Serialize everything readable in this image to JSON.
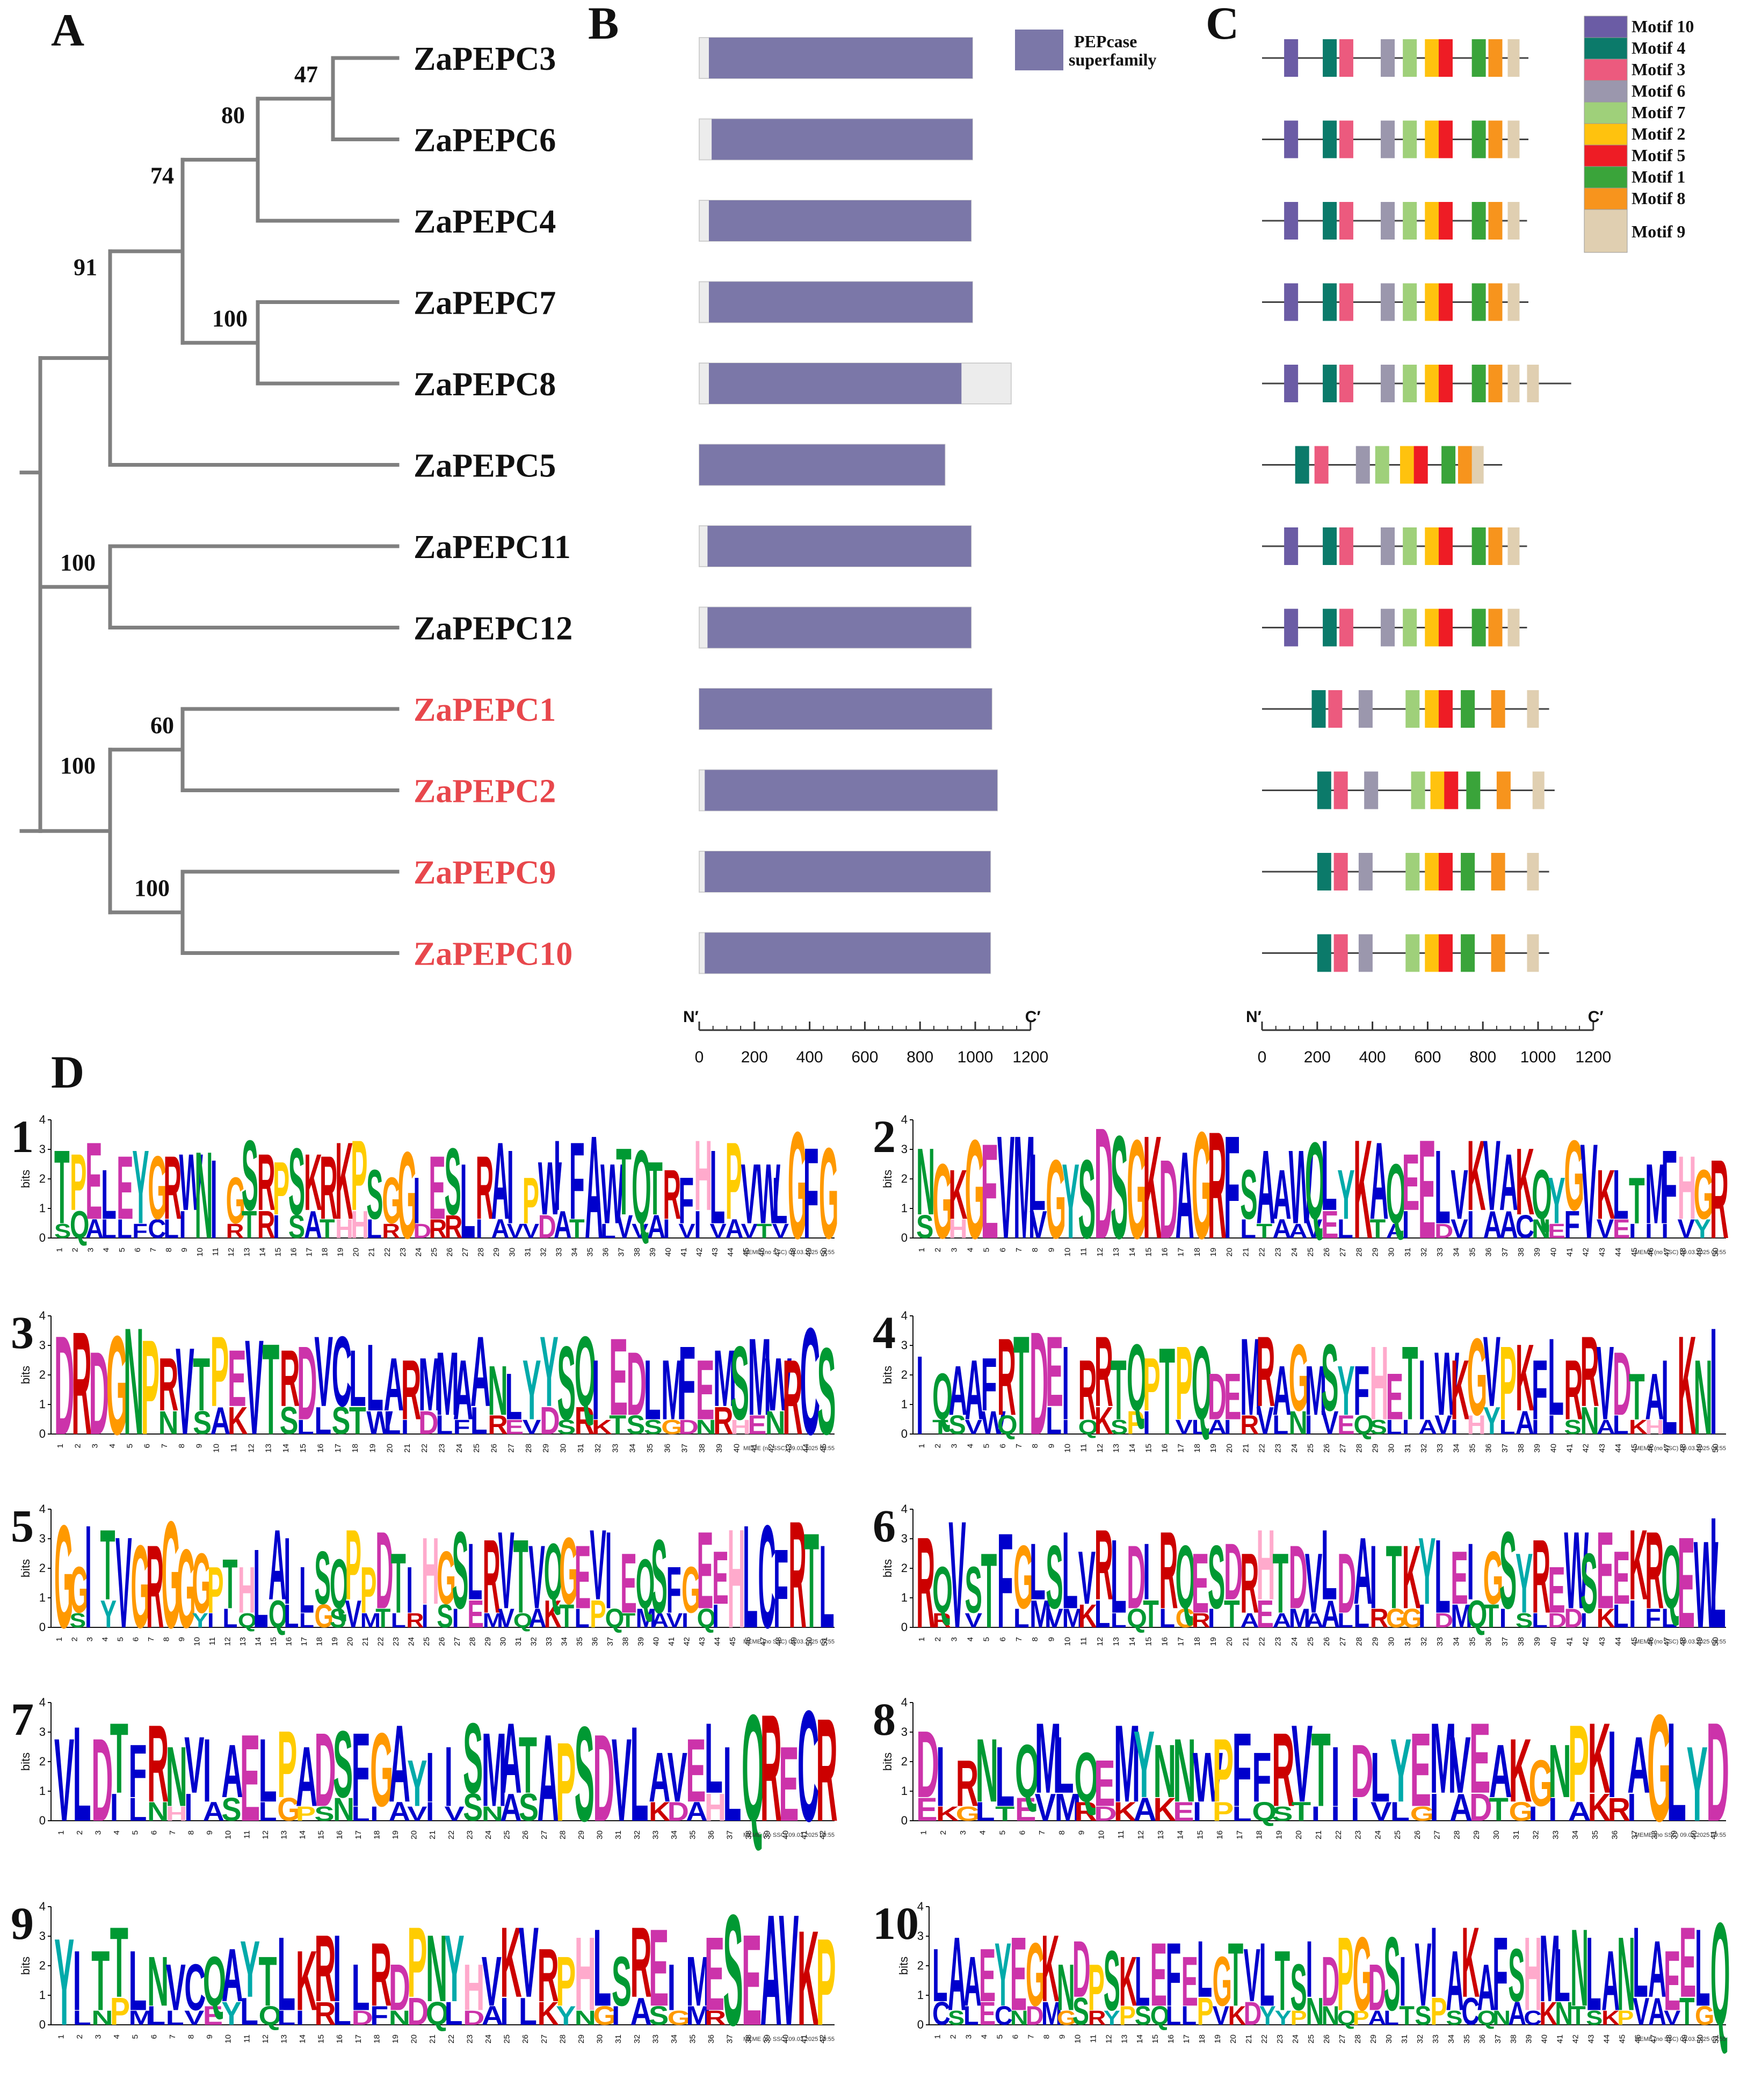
{
  "panels": {
    "a": "A",
    "b": "B",
    "c": "C",
    "d": "D"
  },
  "tree": {
    "taxa": [
      {
        "name": "ZaPEPC3",
        "color": "#111111"
      },
      {
        "name": "ZaPEPC6",
        "color": "#111111"
      },
      {
        "name": "ZaPEPC4",
        "color": "#111111"
      },
      {
        "name": "ZaPEPC7",
        "color": "#111111"
      },
      {
        "name": "ZaPEPC8",
        "color": "#111111"
      },
      {
        "name": "ZaPEPC5",
        "color": "#111111"
      },
      {
        "name": "ZaPEPC11",
        "color": "#111111"
      },
      {
        "name": "ZaPEPC12",
        "color": "#111111"
      },
      {
        "name": "ZaPEPC1",
        "color": "#e8474c"
      },
      {
        "name": "ZaPEPC2",
        "color": "#e8474c"
      },
      {
        "name": "ZaPEPC9",
        "color": "#e8474c"
      },
      {
        "name": "ZaPEPC10",
        "color": "#e8474c"
      }
    ],
    "bootstrap": [
      "47",
      "80",
      "74",
      "100",
      "91",
      "100",
      "60",
      "100",
      "100"
    ],
    "branch_color": "#808080"
  },
  "domains": {
    "legend": [
      "PEPcase",
      "superfamily"
    ],
    "domain_color": "#7b77a8",
    "proteins": [
      {
        "length": 990,
        "domain": [
          35,
          990
        ]
      },
      {
        "length": 990,
        "domain": [
          45,
          990
        ]
      },
      {
        "length": 985,
        "domain": [
          35,
          985
        ]
      },
      {
        "length": 990,
        "domain": [
          35,
          990
        ]
      },
      {
        "length": 1130,
        "domain": [
          35,
          950
        ]
      },
      {
        "length": 890,
        "domain": [
          0,
          890
        ]
      },
      {
        "length": 985,
        "domain": [
          30,
          985
        ]
      },
      {
        "length": 985,
        "domain": [
          30,
          985
        ]
      },
      {
        "length": 1060,
        "domain": [
          0,
          1060
        ]
      },
      {
        "length": 1080,
        "domain": [
          20,
          1080
        ]
      },
      {
        "length": 1055,
        "domain": [
          20,
          1055
        ]
      },
      {
        "length": 1055,
        "domain": [
          20,
          1055
        ]
      }
    ],
    "axis": {
      "n_label": "N′",
      "c_label": "C′",
      "ticks": [
        "0",
        "200",
        "400",
        "600",
        "800",
        "1000",
        "1200"
      ]
    }
  },
  "motifs": {
    "legend": [
      {
        "name": "Motif 10",
        "color": "#6b5ca5"
      },
      {
        "name": "Motif 4",
        "color": "#0b7a6a"
      },
      {
        "name": "Motif 3",
        "color": "#ec5a7e"
      },
      {
        "name": "Motif 6",
        "color": "#9b97ad"
      },
      {
        "name": "Motif 7",
        "color": "#9fd07a"
      },
      {
        "name": "Motif 2",
        "color": "#ffc20e"
      },
      {
        "name": "Motif 5",
        "color": "#ee1c25"
      },
      {
        "name": "Motif 1",
        "color": "#3aa43a"
      },
      {
        "name": "Motif 8",
        "color": "#f7941d"
      },
      {
        "name": "Motif 9",
        "color": "#e0cfb1"
      }
    ],
    "order": [
      "10",
      "4",
      "3",
      "6",
      "7",
      "2",
      "5",
      "1",
      "8",
      "9"
    ],
    "proteins": [
      {
        "length": 965,
        "pos": [
          80,
          220,
          280,
          430,
          510,
          590,
          640,
          760,
          820,
          890
        ]
      },
      {
        "length": 965,
        "pos": [
          80,
          220,
          280,
          430,
          510,
          590,
          640,
          760,
          820,
          890
        ]
      },
      {
        "length": 960,
        "pos": [
          80,
          220,
          280,
          430,
          510,
          590,
          640,
          760,
          820,
          890
        ]
      },
      {
        "length": 965,
        "pos": [
          80,
          220,
          280,
          430,
          510,
          590,
          640,
          760,
          820,
          890
        ]
      },
      {
        "length": 1120,
        "pos": [
          80,
          220,
          280,
          430,
          510,
          590,
          640,
          760,
          820,
          890,
          960
        ]
      },
      {
        "length": 870,
        "pos": [
          null,
          120,
          190,
          340,
          410,
          500,
          550,
          650,
          710,
          760
        ]
      },
      {
        "length": 960,
        "pos": [
          80,
          220,
          280,
          430,
          510,
          590,
          640,
          760,
          820,
          890
        ]
      },
      {
        "length": 960,
        "pos": [
          80,
          220,
          280,
          430,
          510,
          590,
          640,
          760,
          820,
          890
        ]
      },
      {
        "length": 1040,
        "pos": [
          null,
          180,
          240,
          350,
          520,
          590,
          640,
          720,
          830,
          960
        ]
      },
      {
        "length": 1060,
        "pos": [
          null,
          200,
          260,
          370,
          540,
          610,
          660,
          740,
          850,
          980
        ]
      },
      {
        "length": 1040,
        "pos": [
          null,
          200,
          260,
          350,
          520,
          590,
          640,
          720,
          830,
          960
        ]
      },
      {
        "length": 1040,
        "pos": [
          null,
          200,
          260,
          350,
          520,
          590,
          640,
          720,
          830,
          960
        ]
      }
    ],
    "axis": {
      "n_label": "N′",
      "c_label": "C′",
      "ticks": [
        "0",
        "200",
        "400",
        "600",
        "800",
        "1000",
        "1200"
      ]
    }
  },
  "logos": {
    "bits_label": "bits",
    "yticks": [
      "0",
      "1",
      "2",
      "3",
      "4"
    ],
    "meme_tag": "MEME (no SSC) 09.03.2025 09:55",
    "colors": {
      "A": "#0000cc",
      "C": "#0000cc",
      "F": "#0000cc",
      "I": "#0000cc",
      "L": "#0000cc",
      "M": "#0000cc",
      "V": "#0000cc",
      "W": "#0000cc",
      "N": "#009933",
      "Q": "#009933",
      "S": "#009933",
      "T": "#009933",
      "D": "#cc33aa",
      "E": "#cc33aa",
      "K": "#cc0000",
      "R": "#cc0000",
      "H": "#ffaacc",
      "G": "#ff9900",
      "P": "#ffcc00",
      "Y": "#00aaaa"
    },
    "motifs": [
      {
        "num": "1",
        "top": "TPELEYGRWNIGSRPSKRKPSGGIESLRAIPWIFAWTQTRFHLPVWLGFG",
        "sub": "SQALLFCLI  RTRISATHHLR DRR IAVVDAT LVVAIVIVAVTV"
      },
      {
        "num": "2",
        "top": "NGKGEVMLGYSDSGKDAGRFSAAWQLYKAQEELVKVAKQYGVKLTMFHGR",
        "sub": "S H    V            LTAAVEL TAI DVIAACNEF VEIIIVY"
      },
      {
        "num": "3",
        "top": "DRDGNPRVTPEVTRDVCLLARMMAANLYYSQIEDLMFEMSMWRCS",
        "sub": "      N SAK  SLLSTWLIDLFLREVDSRKTSSGDNRHEN"
      },
      {
        "num": "4",
        "top": "IQAAFRTDEIRRTQPTPQDEMRAGMSYFHETIWKGVPKFLRRVDTALKNI",
        "sub": " TSVWQ  LIQKSPI VLAIRVLNIVEQSLIAVIHYLAIISNALKH"
      },
      {
        "num": "5",
        "top": "GGITVGRGGGPTHLAILSQPPDTIHGSLRVTVQGEVIEQSFGEEHLCFRTL",
        "sub": " S Y     YILQ QLLGSVMTLRISIEMVQAKTLPQTMAVIQI"
      },
      {
        "num": "6",
        "top": "RQVSTFGLSLVRLDIRQESDRHTDVLDAITKYLEIGSYREWSEEKRQEWL",
        "sub": " R V  LMVMKLLQTLGRITAEAMAALLRGGIDMQTISLDDIKLIFL"
      },
      {
        "num": "7",
        "top": "VLDTFRNVIAELPADSFGAYIISMATAPSDVLAVELLQRECR",
        "sub": "   ILNHIAS LGPSNLIAVIVSNAS      KDAH"
      },
      {
        "num": "8",
        "top": "DIRNLQMLQEMYNNWPFFRVTIDLYEMVEAKGNPKIAGLYD",
        "sub": "EKGLTEVMRDKAKEIPLQSTIIIVLGIADTGIIAKRI"
      },
      {
        "num": "9",
        "top": "YITTLNVCQAYTLKRILRDPNYHVKVRPHLSREIMESEAVKP",
        "sub": " LNPMLLVEYLQLIRLDFNDQLDAILKYNGIASGMR"
      },
      {
        "num": "10",
        "top": "LAAEYEGKNDPSKLEFELGTVLTSIDPGDSIVIAKAFSHMLNLANLAEELQ",
        "sub": "CSLECNDMGSRYPSQLLPVKDYYPNNQPALTSPSCQNACKNTSKPVAVTG"
      }
    ]
  }
}
